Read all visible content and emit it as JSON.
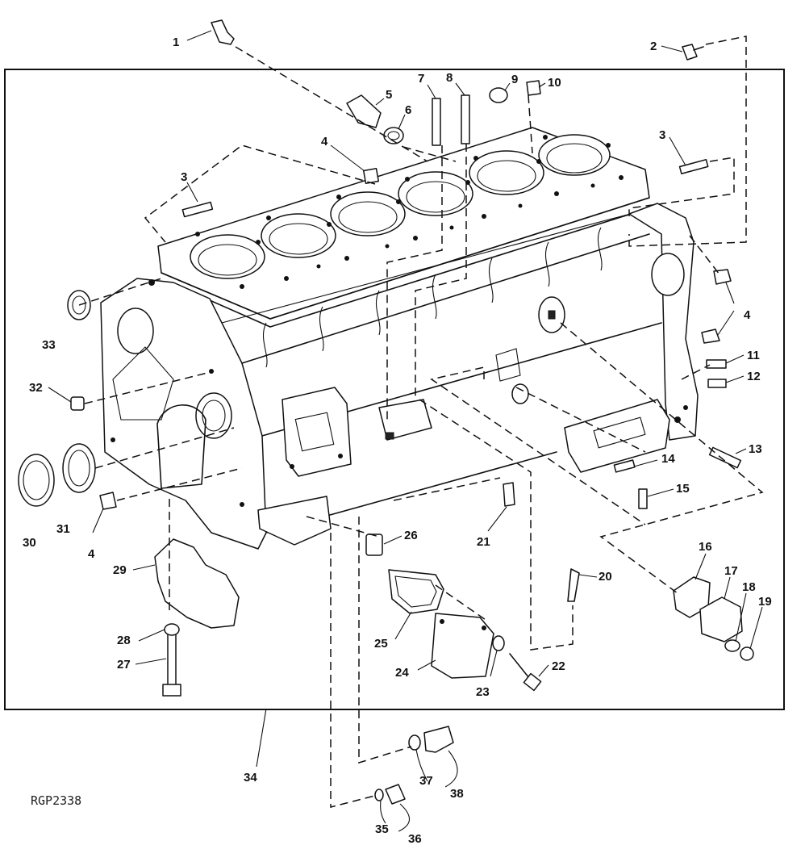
{
  "figure": {
    "reference": "RGP2338",
    "callouts": [
      "1",
      "2",
      "3",
      "3",
      "4",
      "4",
      "4",
      "4",
      "5",
      "6",
      "7",
      "8",
      "9",
      "10",
      "11",
      "12",
      "13",
      "14",
      "15",
      "16",
      "17",
      "18",
      "19",
      "20",
      "21",
      "22",
      "23",
      "24",
      "25",
      "26",
      "27",
      "28",
      "29",
      "30",
      "31",
      "32",
      "33",
      "34",
      "35",
      "36",
      "37",
      "38"
    ]
  }
}
